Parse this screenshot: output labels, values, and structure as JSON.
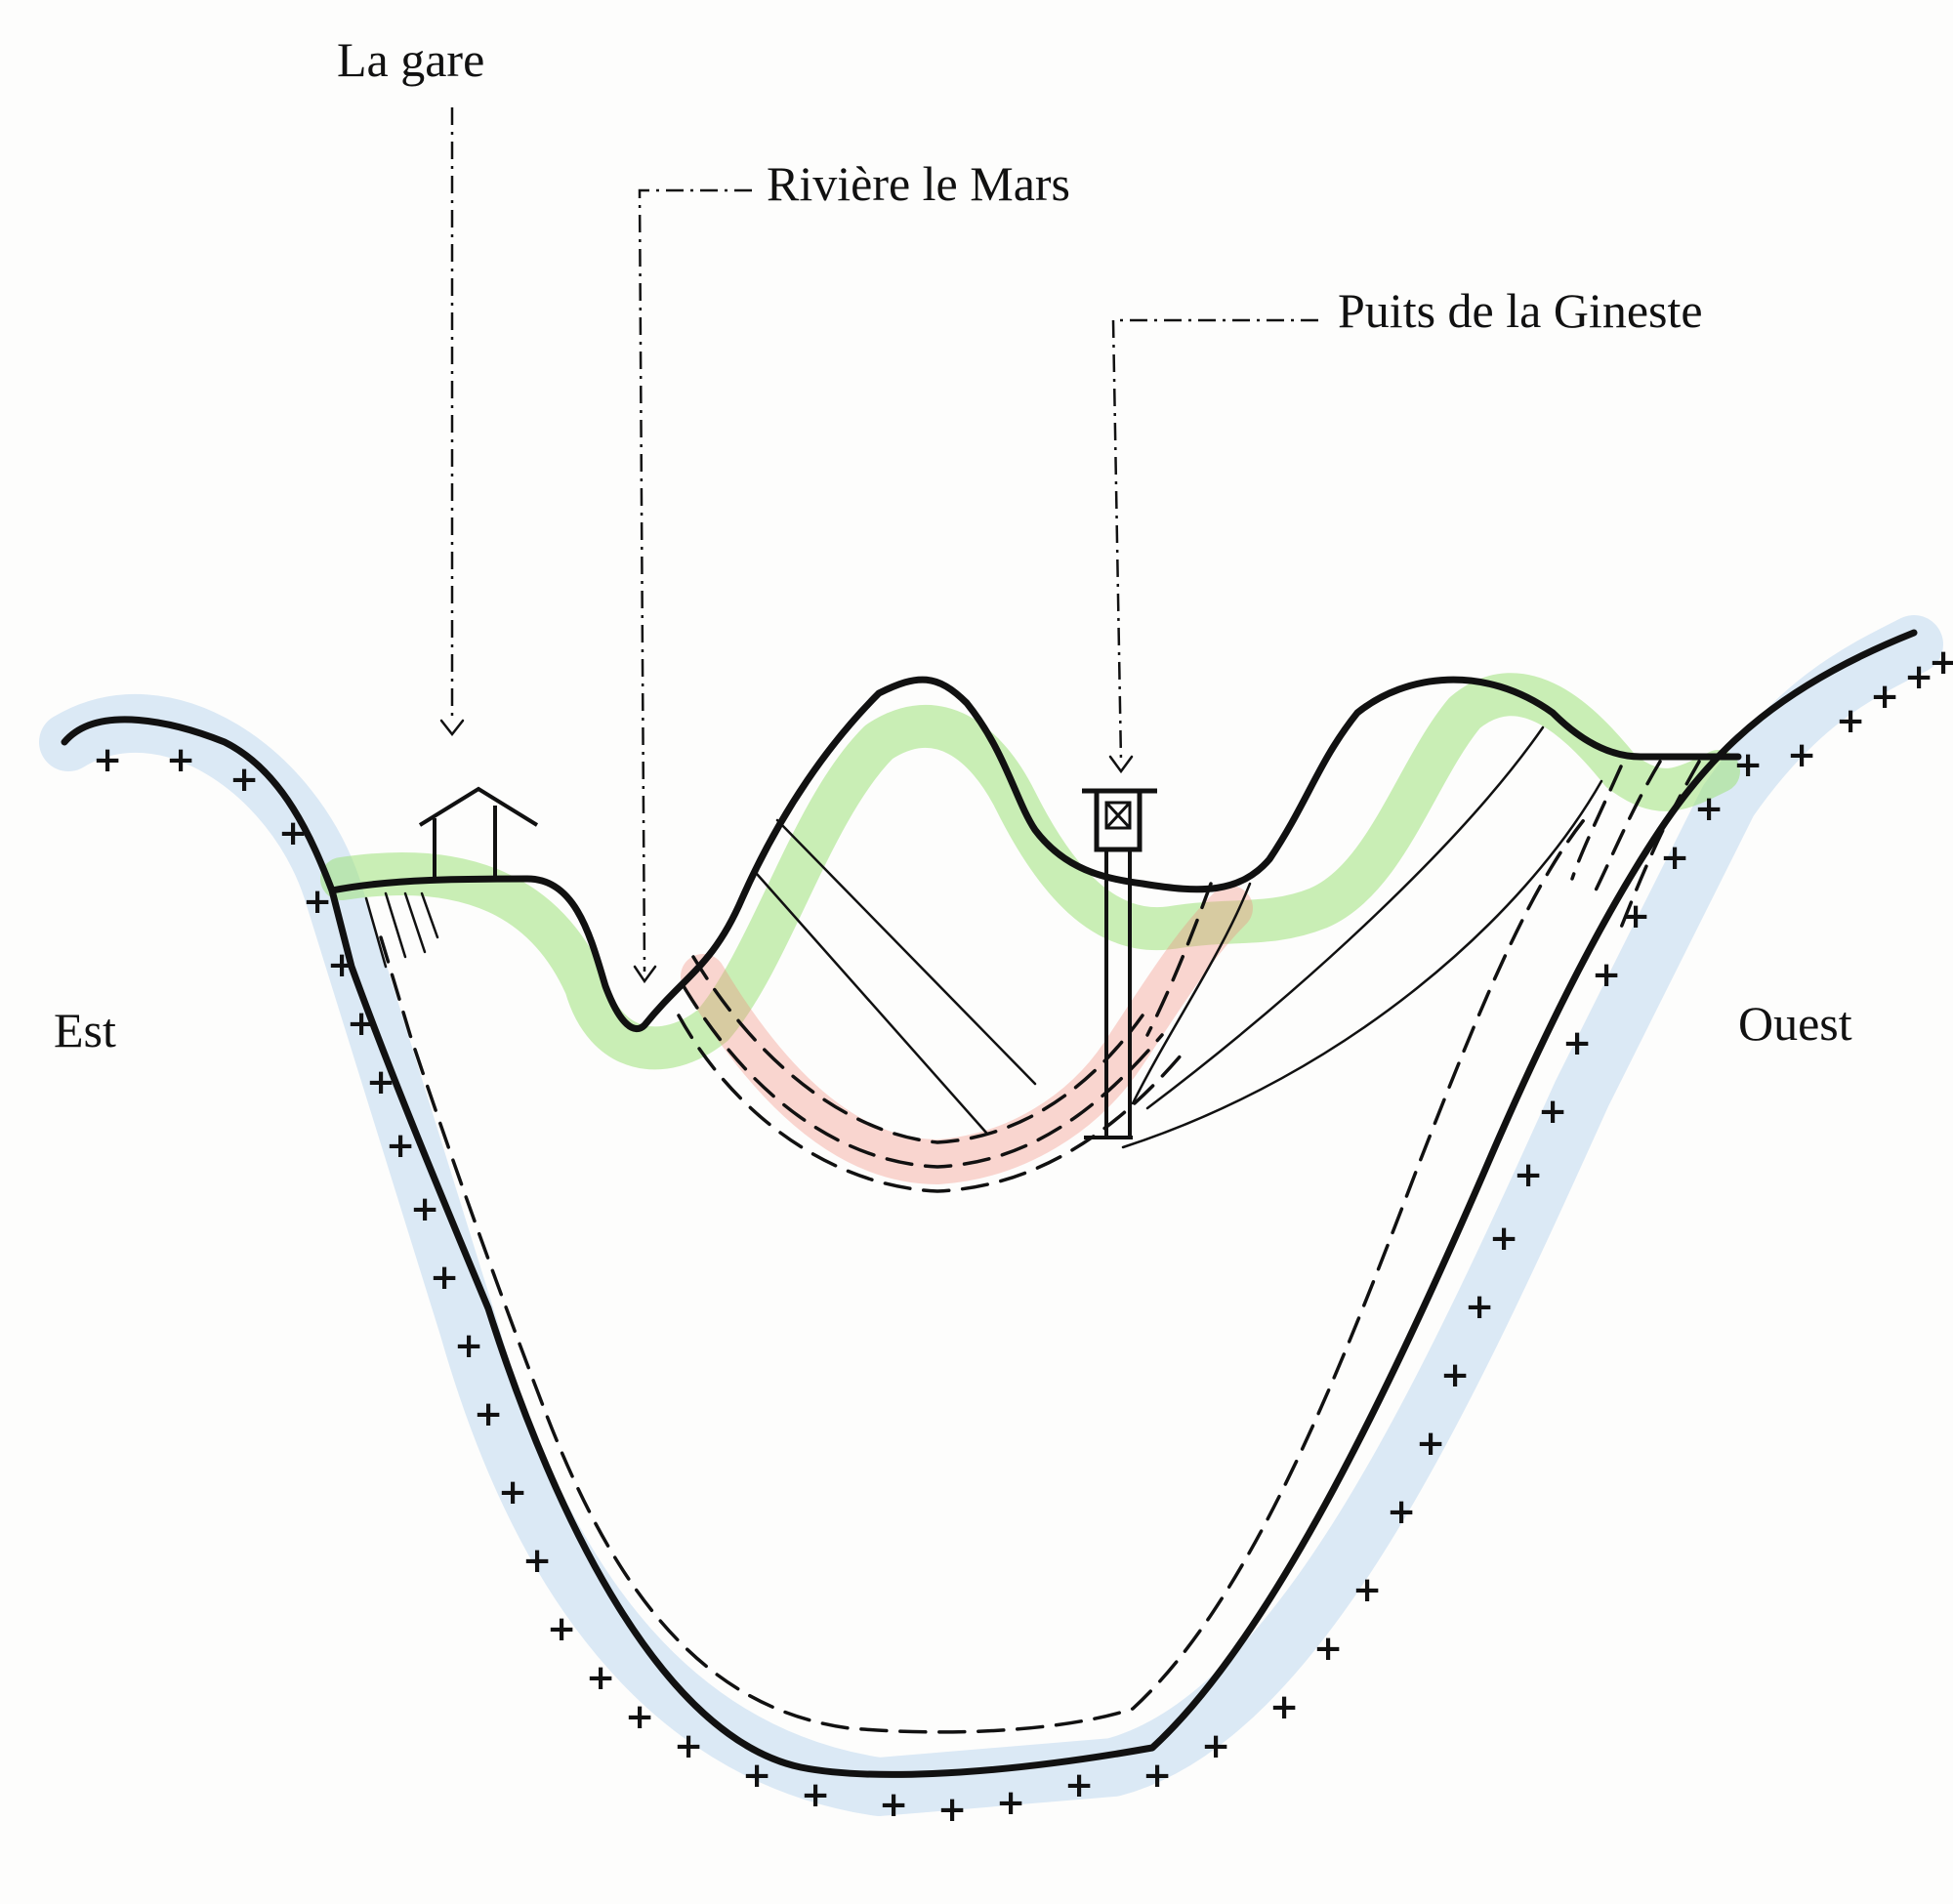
{
  "labels": {
    "station": "La gare",
    "river": "Rivière le Mars",
    "shaft": "Puits de la Gineste",
    "east": "Est",
    "west": "Ouest"
  },
  "colors": {
    "green_layer": "#9ee27a",
    "red_layer": "#f08a7a",
    "basement": "#9cc4e8",
    "ink": "#111111"
  }
}
